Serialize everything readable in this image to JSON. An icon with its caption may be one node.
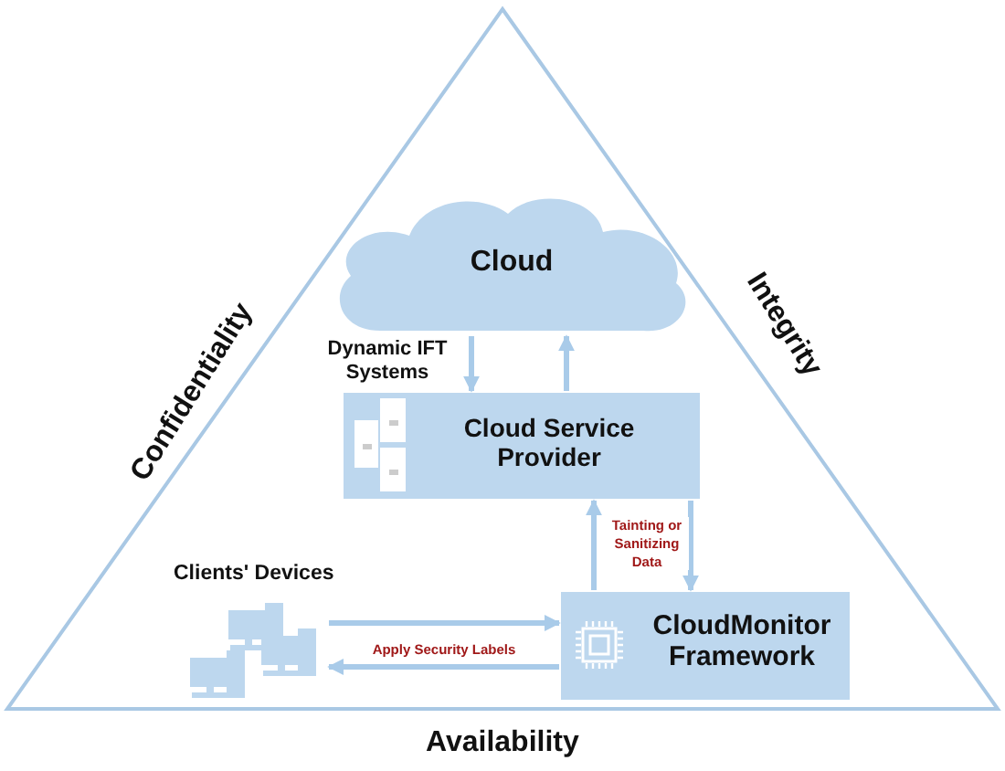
{
  "diagram": {
    "nodes": [
      {
        "text": [
          "Cloud"
        ]
      },
      {
        "text": [
          "Cloud Service Provider"
        ],
        "beside": [
          "Dynamic IFT Systems"
        ]
      },
      {
        "text": [
          "Clients' Devices"
        ]
      },
      {
        "text": [
          "CloudMonitor Framework"
        ]
      }
    ],
    "edges": [
      {
        "from": 0,
        "to": 1,
        "arrow": "to"
      },
      {
        "from": 1,
        "to": 0,
        "arrow": "to"
      },
      {
        "from": 1,
        "to": 3,
        "arrow": "to"
      },
      {
        "from": 3,
        "to": 1,
        "arrow": "to",
        "label": "Tainting or Sanitizing Data"
      },
      {
        "from": 2,
        "to": 3,
        "arrow": "to"
      },
      {
        "from": 3,
        "to": 2,
        "arrow": "to",
        "label": "Apply Security Labels"
      }
    ],
    "labels": [
      "Confidentiality",
      "Integrity",
      "Availability"
    ]
  }
}
